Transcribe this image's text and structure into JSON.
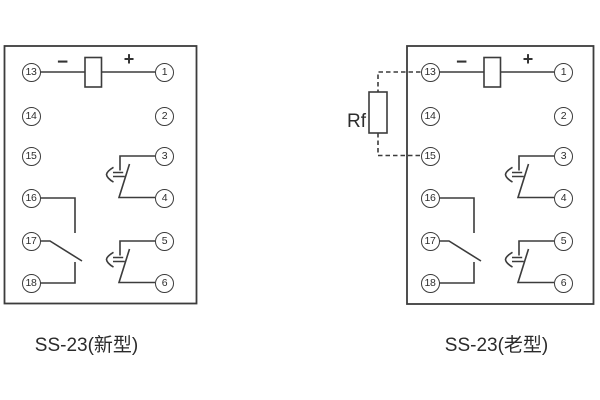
{
  "figure": {
    "colors": {
      "line": "#3c3c3c",
      "text": "#2b2b2b",
      "background": "#ffffff"
    },
    "diagrams": [
      {
        "id": "new-type",
        "caption": "SS-23(新型)",
        "polarity": {
          "minus": "−",
          "plus": "+"
        },
        "terminals": {
          "left": [
            "13",
            "14",
            "15",
            "16",
            "17",
            "18"
          ],
          "right": [
            "1",
            "2",
            "3",
            "4",
            "5",
            "6"
          ]
        }
      },
      {
        "id": "old-type",
        "caption": "SS-23(老型)",
        "polarity": {
          "minus": "−",
          "plus": "+"
        },
        "resistor_label": "Rf",
        "terminals": {
          "left": [
            "13",
            "14",
            "15",
            "16",
            "17",
            "18"
          ],
          "right": [
            "1",
            "2",
            "3",
            "4",
            "5",
            "6"
          ]
        }
      }
    ]
  }
}
